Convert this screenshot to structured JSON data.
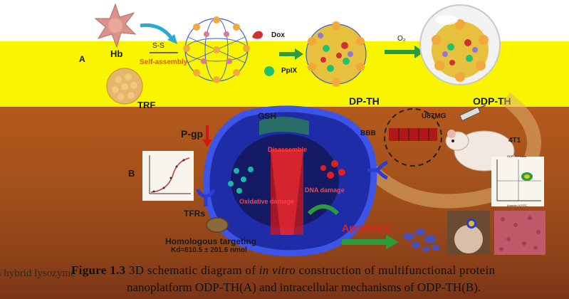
{
  "panel_labels": {
    "a": "A",
    "b": "B"
  },
  "schematic_top": {
    "hb": "Hb",
    "trf": "TRF",
    "bond": "S-S",
    "self_assembly": "Self-assembly",
    "dox": "Dox",
    "ppix": "PpIX",
    "o2": "O₂",
    "dp_th": "DP-TH",
    "odp_th": "ODP-TH"
  },
  "schematic_cell": {
    "gsh": "GSH",
    "pgp": "P-gp",
    "disassemble": "Disassemble",
    "dna_damage": "DNA damage",
    "oxidative_damage": "Oxidative damage",
    "tfrs": "TFRs",
    "homologous_targeting": "Homologous targeting",
    "kd": "Kd=810.5 ± 201.6 nmol",
    "bbb": "BBB",
    "u87mg": "U87MG",
    "t4t1": "4T1",
    "apoptosis": "Apoptosis",
    "flow_title": "ODP-TH+Laser",
    "flow_xaxis": "Annexin V-FITC"
  },
  "caption": {
    "fragment": "n hybrid lysozyme",
    "label": "Figure 1.3",
    "line1": "3D schematic diagram of",
    "line1_italic": "in vitro",
    "line1_end": "construction of multifunctional protein",
    "line2": "nanoplatform ODP-TH(A) and intracellular mechanisms of ODP-TH(B)."
  },
  "colors": {
    "yellow_band": "#f9f500",
    "brown_band": "#a1501b",
    "cell_membrane": "#2a3bd6",
    "arrow_cyan": "#29a9d8",
    "arrow_green": "#2e9b3a",
    "apoptosis_red": "#e02020",
    "dox_red": "#d03030",
    "ppix_green": "#1fc36d"
  }
}
